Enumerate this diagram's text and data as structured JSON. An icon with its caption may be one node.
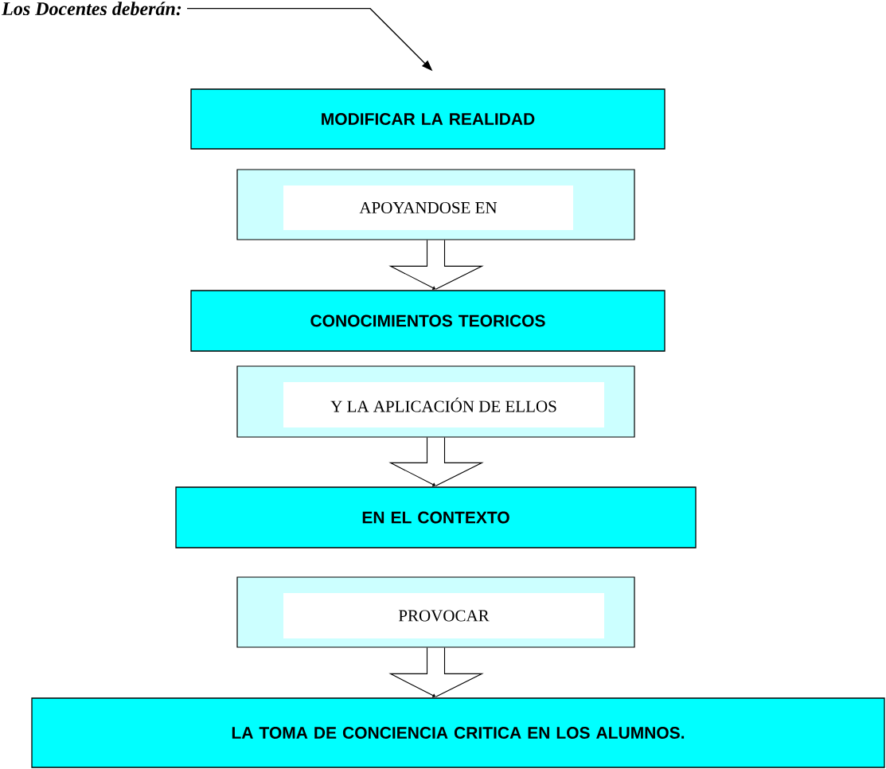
{
  "diagram": {
    "nodes": [
      {
        "text": [
          "Los Docentes deberán:"
        ]
      },
      {
        "text": [
          "MODIFICAR LA REALIDAD"
        ]
      },
      {
        "text": [
          "APOYANDOSE EN"
        ]
      },
      {
        "text": [
          "CONOCIMIENTOS TEORICOS"
        ]
      },
      {
        "text": [
          "Y LA APLICACIÓN DE ELLOS"
        ]
      },
      {
        "text": [
          "EN EL CONTEXTO"
        ]
      },
      {
        "text": [
          "PROVOCAR"
        ]
      },
      {
        "text": [
          "LA TOMA DE CONCIENCIA CRITICA EN LOS ALUMNOS."
        ]
      }
    ],
    "edges": [
      {
        "from": 0,
        "to": 1,
        "arrow": "to"
      },
      {
        "from": 2,
        "to": 3,
        "arrow": "to"
      },
      {
        "from": 4,
        "to": 5,
        "arrow": "to"
      },
      {
        "from": 6,
        "to": 7,
        "arrow": "to"
      }
    ]
  }
}
